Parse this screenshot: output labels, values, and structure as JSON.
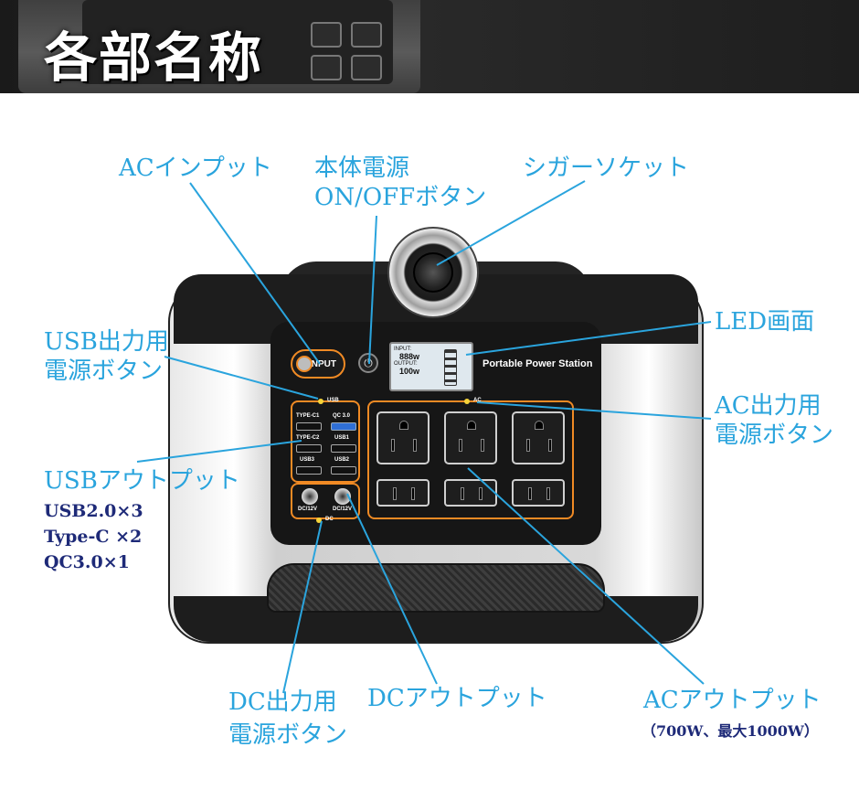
{
  "header": {
    "title": "各部名称"
  },
  "labels": {
    "ac_input": "ACインプット",
    "power_button_line1": "本体電源",
    "power_button_line2": "ON/OFFボタン",
    "cigar_socket": "シガーソケット",
    "led_screen": "LED画面",
    "usb_power_line1": "USB出力用",
    "usb_power_line2": "電源ボタン",
    "ac_power_line1": "AC出力用",
    "ac_power_line2": "電源ボタン",
    "usb_output": "USBアウトプット",
    "dc_power_line1": "DC出力用",
    "dc_power_line2": "電源ボタン",
    "dc_output": "DCアウトプット",
    "ac_output": "ACアウトプット",
    "ac_output_sub": "（700W、最大1000W）"
  },
  "usb_specs": [
    "USB2.0×3",
    "Type-C ×2",
    "QC3.0×1"
  ],
  "device": {
    "input_label": "INPUT",
    "brand": "Portable Power Station",
    "usb_tag": "USB",
    "ac_tag": "AC",
    "dc_tag": "DC",
    "port_labels": [
      "TYPE-C1",
      "QC 3.0",
      "TYPE-C2",
      "USB1",
      "USB3",
      "USB2"
    ],
    "dc_labels": [
      "DC/12V",
      "DC/12V"
    ],
    "lcd_input": "INPUT:",
    "lcd_input_value": "888w",
    "lcd_output": "OUTPUT:",
    "lcd_output_value": "100w"
  },
  "colors": {
    "label_blue": "#2aa4dd",
    "spec_navy": "#1e2a78",
    "accent_orange": "#f08a24"
  }
}
